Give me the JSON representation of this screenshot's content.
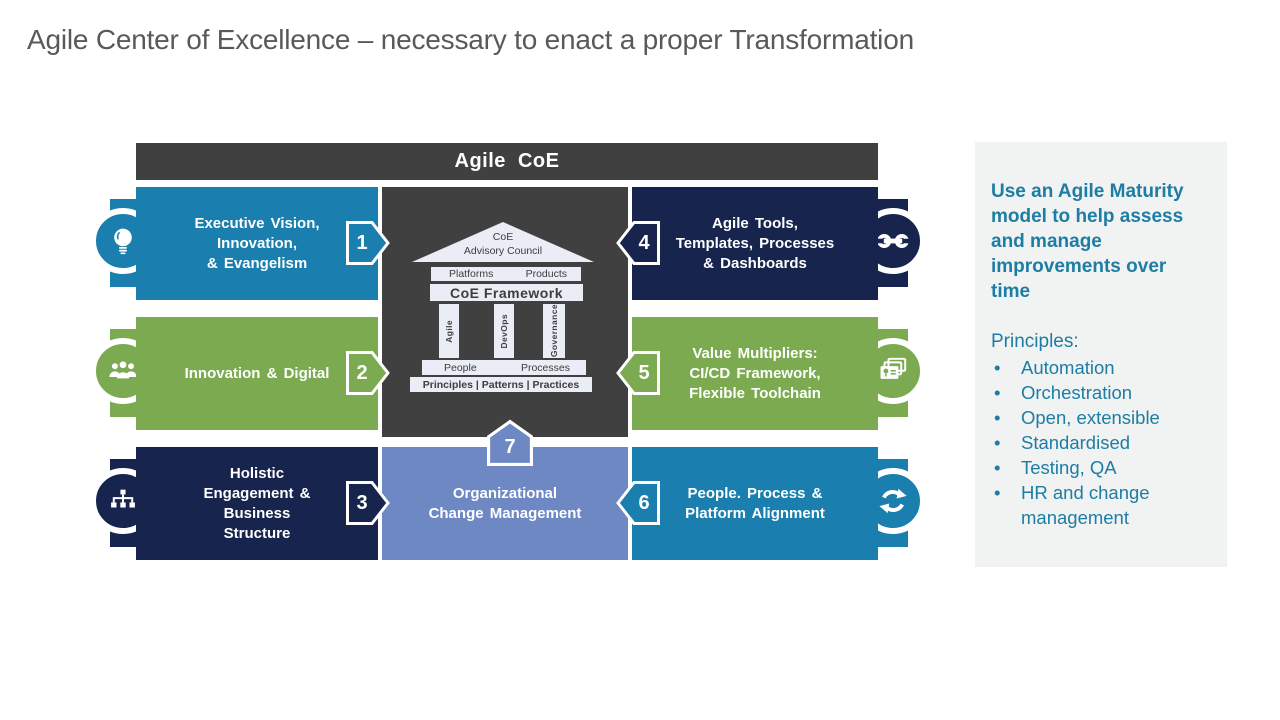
{
  "slide": {
    "title": "Agile Center of Excellence – necessary to enact a proper Transformation"
  },
  "colors": {
    "blue": "#1a7fae",
    "green": "#7caa50",
    "navy": "#16244e",
    "dark_gray": "#404040",
    "periwinkle": "#6e88c4",
    "temple_fill": "#eaedf5",
    "panel_bg": "#f1f2f2",
    "accent_text": "#1d7da4"
  },
  "coe": {
    "header": "Agile CoE",
    "left": [
      {
        "number": "1",
        "label": "Executive Vision,\nInnovation,\n& Evangelism",
        "icon": "lightbulb-icon"
      },
      {
        "number": "2",
        "label": "Innovation & Digital",
        "icon": "team-icon"
      },
      {
        "number": "3",
        "label": "Holistic\nEngagement &\nBusiness\nStructure",
        "icon": "org-chart-icon"
      }
    ],
    "right": [
      {
        "number": "4",
        "label": "Agile Tools,\nTemplates, Processes\n& Dashboards",
        "icon": "wrench-icon"
      },
      {
        "number": "5",
        "label": "Value Multipliers:\nCI/CD Framework,\nFlexible Toolchain",
        "icon": "certificate-icon"
      },
      {
        "number": "6",
        "label": "People. Process &\nPlatform Alignment",
        "icon": "sync-icon"
      }
    ],
    "bottom": {
      "number": "7",
      "label": "Organizational\nChange Management"
    },
    "temple": {
      "roof": "CoE\nAdvisory Council",
      "tier1": [
        "Platforms",
        "Products"
      ],
      "tier2": "CoE Framework",
      "pillars": [
        "Agile",
        "DevOps",
        "Governance"
      ],
      "tier3": [
        "People",
        "Processes"
      ],
      "tier4": "Principles | Patterns | Practices"
    }
  },
  "panel": {
    "heading": "Use an Agile Maturity\nmodel to help assess\nand manage\nimprovements over\ntime",
    "list_title": "Principles:",
    "bullet": "•",
    "bullets": [
      "Automation",
      "Orchestration",
      "Open, extensible",
      "Standardised",
      "Testing, QA",
      "HR and change management"
    ]
  }
}
